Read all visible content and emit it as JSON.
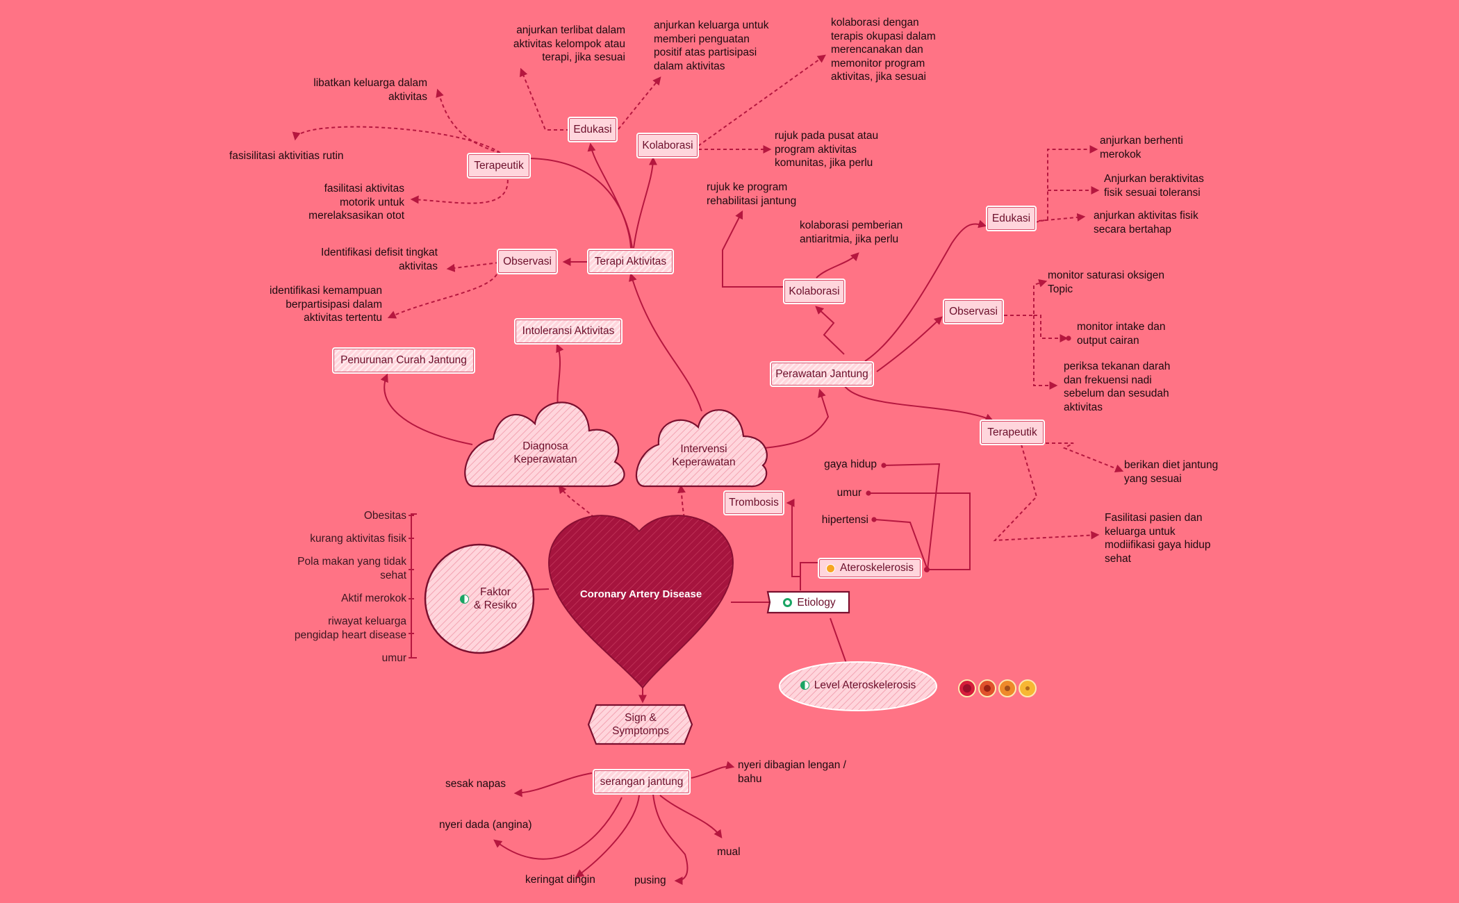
{
  "colors": {
    "background": "#ff7385",
    "heart": "#a6143e",
    "line": "#b5173f",
    "box_fill": "#ffd5dc",
    "box_text": "#6b0f2b"
  },
  "center": {
    "title": "Coronary Artery Disease"
  },
  "main_nodes": {
    "diagnosa": "Diagnosa\nKeperawatan",
    "intervensi": "Intervensi\nKeperawatan",
    "faktor": "Faktor\n&   Resiko",
    "sign": "Sign &\nSymptomps",
    "etiology": "Etiology"
  },
  "diagnosa_items": {
    "penurunan": "Penurunan Curah Jantung",
    "intoleransi": "Intoleransi Aktivitas"
  },
  "terapi": {
    "title": "Terapi Aktivitas",
    "edukasi": "Edukasi",
    "kolaborasi": "Kolaborasi",
    "terapeutik": "Terapeutik",
    "observasi": "Observasi",
    "edukasi_items": [
      "anjurkan terlibat dalam\naktivitas  kelompok atau\nterapi, jika sesuai",
      "anjurkan keluarga untuk\nmemberi penguatan\npositif atas partisipasi\ndalam aktivitas"
    ],
    "kolaborasi_items": [
      "kolaborasi dengan\nterapis okupasi dalam\nmerencanakan dan\nmemonitor program\naktivitas, jika sesuai",
      "rujuk pada pusat atau\nprogram aktivitas\nkomunitas, jika perlu"
    ],
    "terapeutik_items": [
      "libatkan keluarga dalam\naktivitas",
      "fasisilitasi  aktivitias rutin",
      "fasilitasi aktivitas\nmotorik untuk\nmerelaksasikan otot"
    ],
    "observasi_items": [
      "Identifikasi defisit tingkat\naktivitas",
      "identifikasi kemampuan\nberpartisipasi dalam\naktivitas tertentu"
    ]
  },
  "perawatan": {
    "title": "Perawatan Jantung",
    "kolaborasi": "Kolaborasi",
    "edukasi": "Edukasi",
    "observasi": "Observasi",
    "terapeutik": "Terapeutik",
    "kolaborasi_items": [
      "rujuk ke program\nrehabilitasi jantung",
      "kolaborasi pemberian\nantiaritmia, jika perlu"
    ],
    "edukasi_items": [
      "anjurkan berhenti\nmerokok",
      "Anjurkan beraktivitas\nfisik sesuai toleransi",
      "anjurkan aktivitas fisik\nsecara bertahap"
    ],
    "observasi_items": [
      "monitor saturasi oksigen\nTopic",
      "monitor intake dan\noutput cairan",
      "periksa tekanan darah\ndan frekuensi nadi\nsebelum dan sesudah\naktivitas"
    ],
    "terapeutik_items": [
      "berikan diet jantung\nyang sesuai",
      "Fasilitasi pasien dan\nkeluarga untuk\nmodiifikasi gaya hidup\nsehat"
    ]
  },
  "faktor_items": [
    "Obesitas",
    "kurang aktivitas fisik",
    "Pola makan yang tidak\nsehat",
    "Aktif merokok",
    "riwayat keluarga\npengidap heart disease",
    "umur"
  ],
  "etiology_items": {
    "trombosis": "Trombosis",
    "ateroskelerosis": "Ateroskelerosis",
    "level": "Level Ateroskelerosis",
    "causes": [
      "gaya hidup",
      "umur",
      "hipertensi"
    ]
  },
  "symptoms": {
    "serangan": "serangan jantung",
    "items": [
      "sesak napas",
      "nyeri dibagian lengan /\nbahu",
      "nyeri dada  (angina)",
      "mual",
      "keringat dingin",
      "pusing"
    ]
  }
}
